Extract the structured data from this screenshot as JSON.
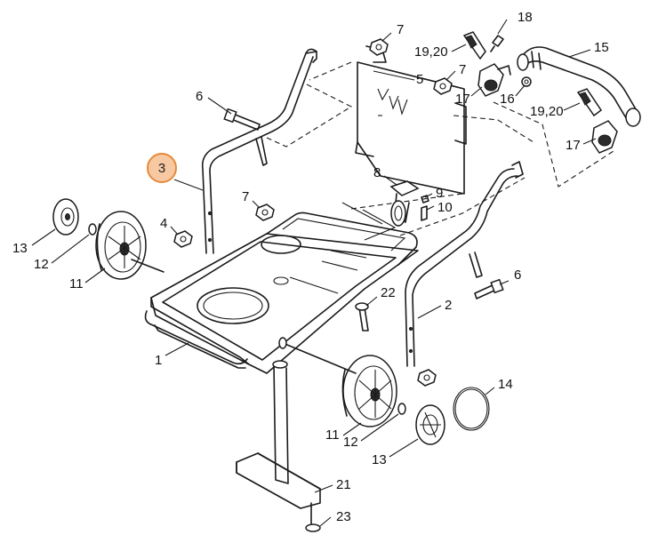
{
  "callouts": {
    "c1": "1",
    "c2": "2",
    "c3": "3",
    "c4": "4",
    "c5": "5",
    "c6a": "6",
    "c6b": "6",
    "c7a": "7",
    "c7b": "7",
    "c7c": "7",
    "c8": "8",
    "c9": "9",
    "c10": "10",
    "c11a": "11",
    "c11b": "11",
    "c12a": "12",
    "c12b": "12",
    "c13a": "13",
    "c13b": "13",
    "c14": "14",
    "c15": "15",
    "c16": "16",
    "c17a": "17",
    "c17b": "17",
    "c18": "18",
    "c1920a": "19,20",
    "c1920b": "19,20",
    "c21": "21",
    "c22": "22",
    "c23": "23"
  },
  "highlight": {
    "label": "3",
    "color": "#e8893a"
  }
}
